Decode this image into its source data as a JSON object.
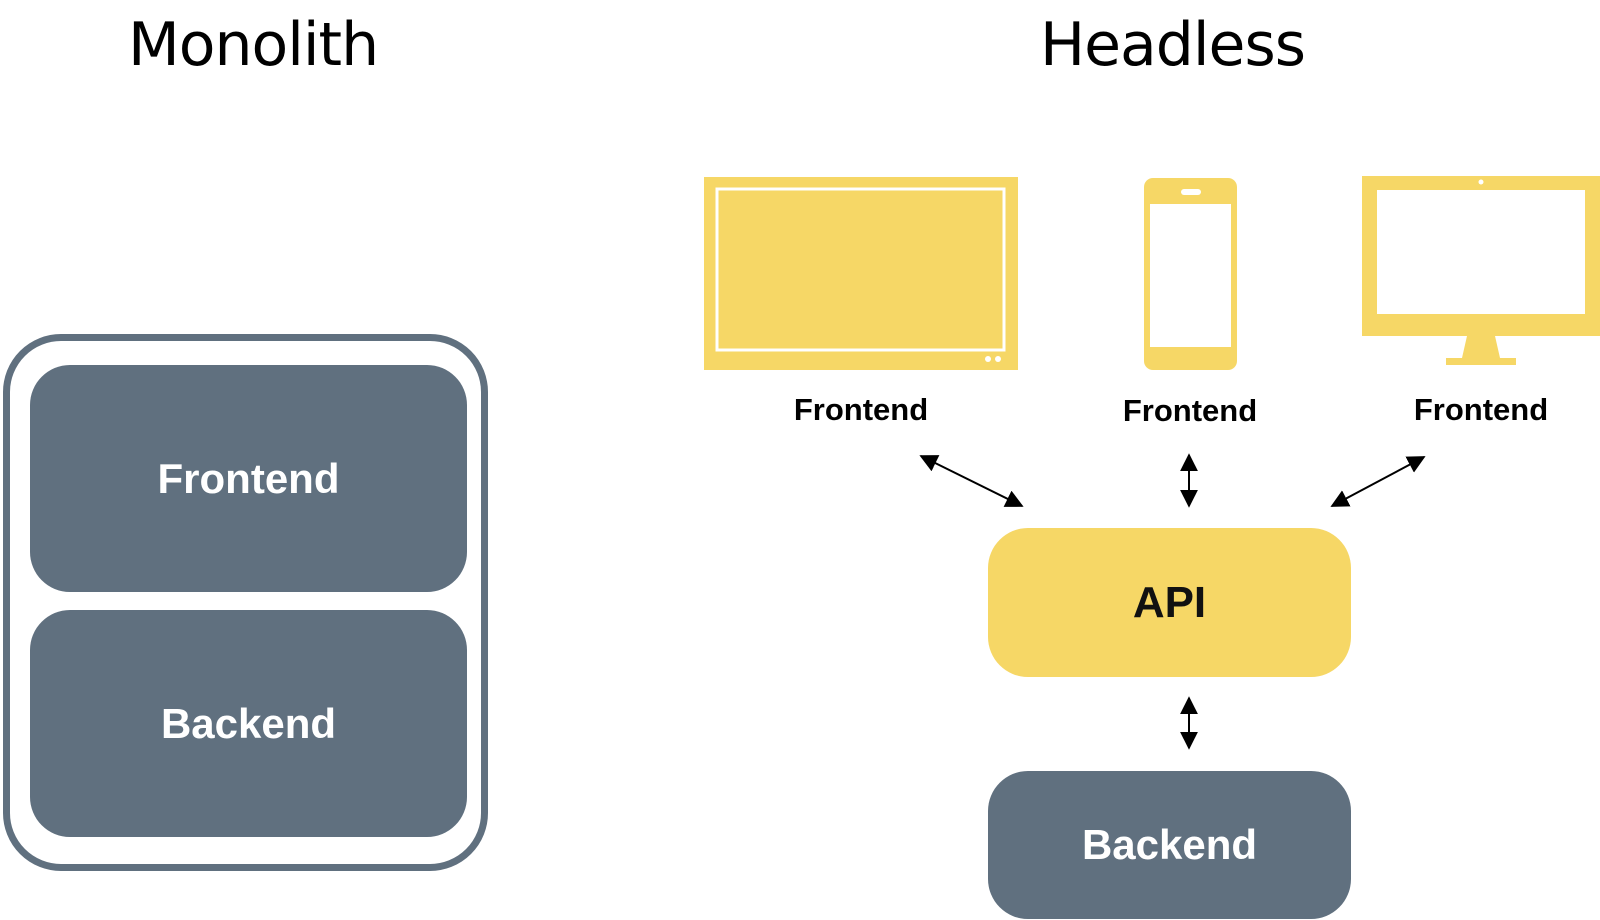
{
  "monolith": {
    "title": "Monolith",
    "frontend_label": "Frontend",
    "backend_label": "Backend"
  },
  "headless": {
    "title": "Headless",
    "devices": [
      {
        "icon": "tablet-icon",
        "label": "Frontend"
      },
      {
        "icon": "smartphone-icon",
        "label": "Frontend"
      },
      {
        "icon": "desktop-monitor-icon",
        "label": "Frontend"
      }
    ],
    "api_label": "API",
    "backend_label": "Backend"
  },
  "colors": {
    "slate": "#60707f",
    "yellow": "#f6d766",
    "text_dark": "#000000",
    "text_light": "#ffffff"
  }
}
